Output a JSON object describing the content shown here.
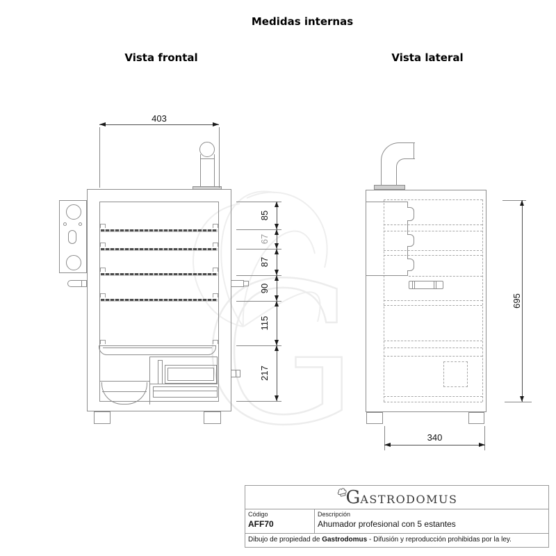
{
  "page_title": "Medidas internas",
  "front_view": {
    "label": "Vista frontal",
    "width_dim": "403",
    "stack_dims": [
      "85",
      "67",
      "87",
      "90",
      "115",
      "217"
    ]
  },
  "side_view": {
    "label": "Vista lateral",
    "height_dim": "695",
    "depth_dim": "340"
  },
  "title_block": {
    "brand_initial": "G",
    "brand_rest": "ASTRODOMUS",
    "code_label": "Código",
    "code_value": "AFF70",
    "description_label": "Descripción",
    "description_value": "Ahumador profesional con 5 estantes",
    "legal_prefix": "Dibujo de propiedad de ",
    "legal_brand": "Gastrodomus",
    "legal_suffix": " - Difusión y reproducción prohibidas por la ley."
  },
  "watermark_letter": "G",
  "colors": {
    "drawing_line": "#8c8c8c",
    "dimension_text": "#111111",
    "dimension_67_text": "#9a9a9a",
    "titleblock_border": "#999999",
    "logo_text": "#3a3a3a"
  }
}
